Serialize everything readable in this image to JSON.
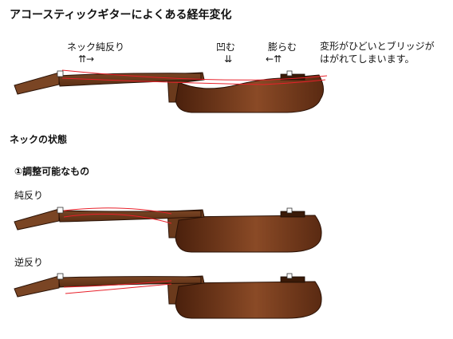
{
  "title": "アコースティックギターによくある経年変化",
  "top": {
    "label_neck": "ネック純反り",
    "arrow_neck": "⇈→",
    "label_dent": "凹む",
    "arrow_dent": "⇊",
    "label_bulge": "膨らむ",
    "arrow_bulge": "←⇈",
    "note_line1": "変形がひどいとブリッジが",
    "note_line2": "はがれてしまいます。"
  },
  "neck_section": {
    "heading": "ネックの状態",
    "sub_heading": "①調整可能なもの",
    "case1_label": "純反り",
    "case2_label": "逆反り"
  },
  "colors": {
    "neck_brown": "#6b3a1c",
    "body_dark": "#4a200c",
    "body_light": "#8a4a26",
    "red_line": "#e8202a"
  }
}
